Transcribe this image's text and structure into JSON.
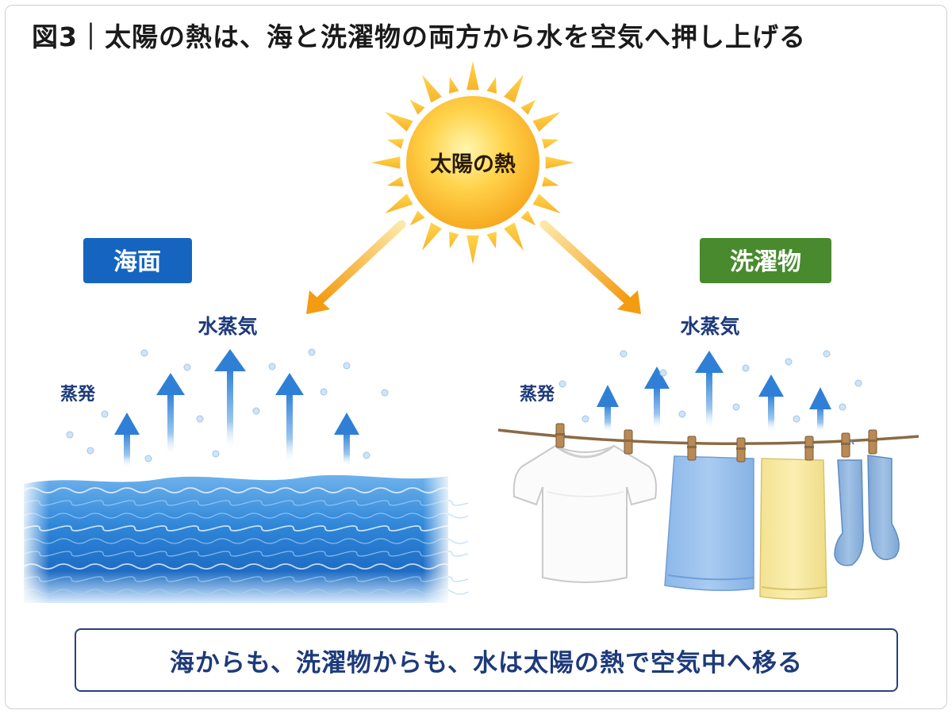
{
  "title": "図3｜太陽の熱は、海と洗濯物の両方から水を空気へ押し上げる",
  "sun": {
    "label": "太陽の熱"
  },
  "sea": {
    "badge": "海面",
    "badge_color": "#1565c0",
    "vapor_label": "水蒸気",
    "evap_label": "蒸発"
  },
  "laundry": {
    "badge": "洗濯物",
    "badge_color": "#4a8a2e",
    "vapor_label": "水蒸気",
    "evap_label": "蒸発"
  },
  "colors": {
    "arrow_orange": "#f39c12",
    "vapor_blue": "#2f7fd6",
    "text_navy": "#1d3a7a"
  },
  "footer": {
    "text": "海からも、洗濯物からも、水は太陽の熱で空気中へ移る"
  }
}
